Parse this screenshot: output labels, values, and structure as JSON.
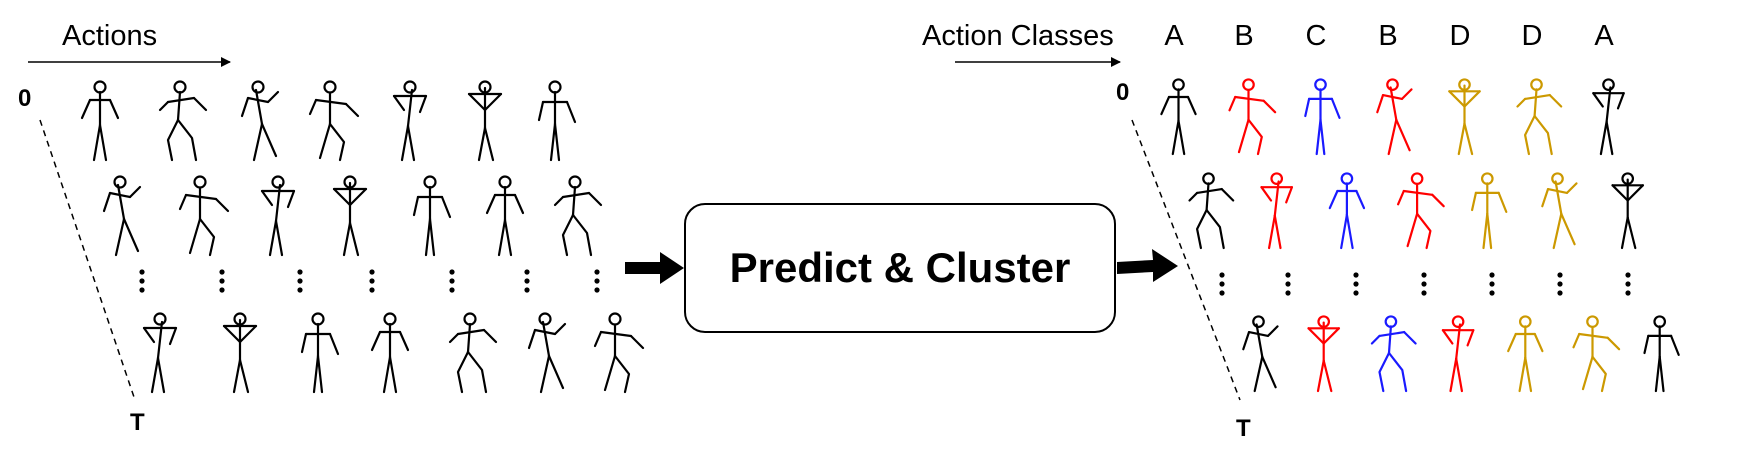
{
  "left": {
    "header": "Actions",
    "start_label": "0",
    "end_label": "T",
    "ellipsis": "⋮"
  },
  "process": {
    "label": "Predict & Cluster"
  },
  "right": {
    "header": "Action Classes",
    "start_label": "0",
    "end_label": "T",
    "ellipsis": "⋮",
    "classes": [
      {
        "label": "A",
        "color": "#000000"
      },
      {
        "label": "B",
        "color": "#ff0000"
      },
      {
        "label": "C",
        "color": "#1a1aff"
      },
      {
        "label": "B",
        "color": "#ff0000"
      },
      {
        "label": "D",
        "color": "#cc9900"
      },
      {
        "label": "D",
        "color": "#cc9900"
      },
      {
        "label": "A",
        "color": "#000000"
      }
    ]
  },
  "colors": {
    "ink": "#000000",
    "box_border": "#000000",
    "box_fill": "#ffffff"
  }
}
